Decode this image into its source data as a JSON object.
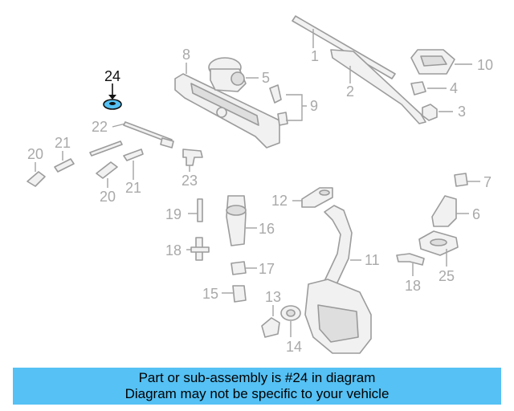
{
  "highlight_color": "#55c1f4",
  "callouts": {
    "c1": "1",
    "c2": "2",
    "c3": "3",
    "c4": "4",
    "c5": "5",
    "c6": "6",
    "c7": "7",
    "c8": "8",
    "c9": "9",
    "c10": "10",
    "c11": "11",
    "c12": "12",
    "c13": "13",
    "c14": "14",
    "c15": "15",
    "c16": "16",
    "c17": "17",
    "c18a": "18",
    "c18b": "18",
    "c19": "19",
    "c20a": "20",
    "c20b": "20",
    "c21a": "21",
    "c21b": "21",
    "c22": "22",
    "c23": "23",
    "c24": "24",
    "c25": "25"
  },
  "banner": {
    "line1": "Part or sub-assembly is #24 in diagram",
    "line2": "Diagram may not be specific to your vehicle"
  }
}
